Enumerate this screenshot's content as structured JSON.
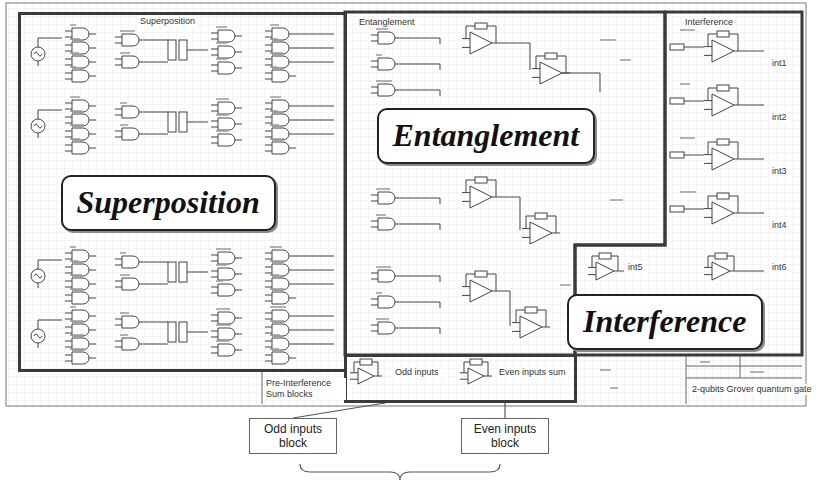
{
  "diagram": {
    "nodes": [
      {
        "text": [
          "Superposition"
        ]
      },
      {
        "text": [
          "Superposition"
        ],
        "in": 0
      },
      {
        "text": [
          "Entanglement"
        ]
      },
      {
        "text": [
          "Entanglement"
        ],
        "in": 2
      },
      {
        "text": [
          "Interference"
        ]
      },
      {
        "text": [
          "Interference"
        ]
      },
      {
        "text": [
          "Odd inputs",
          "Even inputs sum"
        ]
      },
      {
        "text": [
          "Odd inputs block"
        ]
      },
      {
        "text": [
          "Even inputs block"
        ]
      }
    ],
    "edges": [
      {
        "from": 7,
        "to": 6,
        "arrow": "none"
      },
      {
        "from": 8,
        "to": 6,
        "arrow": "none"
      }
    ],
    "labels": [
      "int1",
      "int2",
      "int3",
      "int4",
      "int5",
      "int6",
      "Pre-Interference Sum blocks",
      "2-qubits Grover quantum gate"
    ]
  }
}
